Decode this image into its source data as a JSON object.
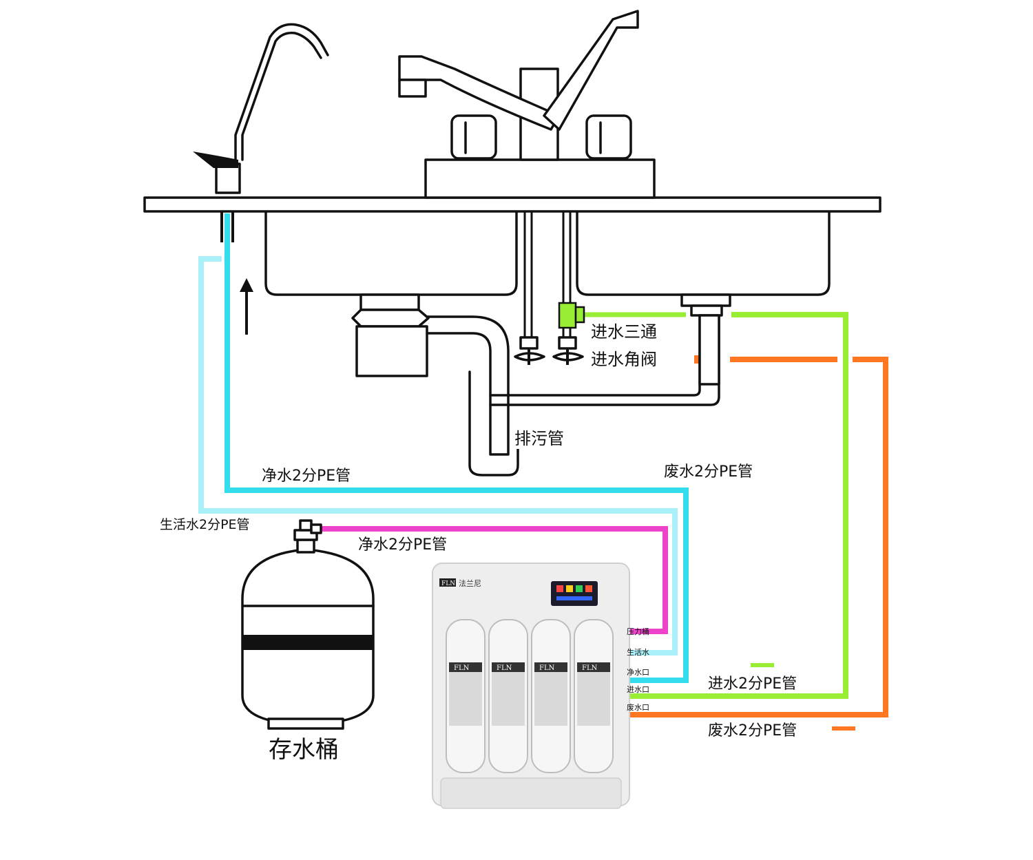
{
  "colors": {
    "pure_water": "#33ddee",
    "tap_water": "#aaf0f8",
    "tank_line": "#ee44cc",
    "inlet": "#99ee33",
    "waste": "#ff7722",
    "ink": "#111111"
  },
  "labels": {
    "inlet_tee": "进水三通",
    "angle_valve": "进水角阀",
    "drain_pipe": "排污管",
    "pure_pe_top": "净水2分PE管",
    "waste_pe_top": "废水2分PE管",
    "tap_pe": "生活水2分PE管",
    "pure_pe_tank": "净水2分PE管",
    "storage_tank": "存水桶",
    "inlet_legend": "进水2分PE管",
    "waste_legend": "废水2分PE管"
  },
  "ports": {
    "pressure_tank": "压力桶",
    "tap_water": "生活水",
    "pure_outlet": "净水口",
    "inlet": "进水口",
    "waste_outlet": "废水口"
  },
  "purifier": {
    "brand": "FLN",
    "brand_cn": "法兰尼",
    "filters": [
      "FLN",
      "FLN",
      "FLN",
      "FLN"
    ]
  },
  "icons": [
    "gooseneck-faucet-icon",
    "mixer-faucet-icon",
    "sink-icon",
    "angle-valve-icon",
    "tee-fitting-icon",
    "pressure-tank-icon",
    "ro-purifier-icon",
    "flow-arrow-icon"
  ]
}
